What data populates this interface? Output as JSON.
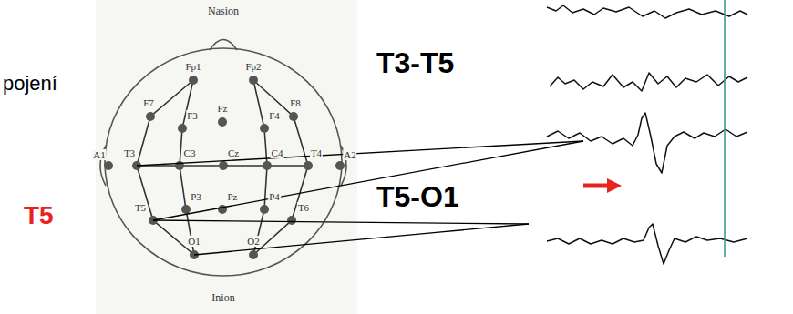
{
  "diagram": {
    "labels": [
      "pojení",
      "T5",
      "T3-T5",
      "T5-O1",
      "Nasion",
      "Inion",
      "Fp1",
      "Fp2",
      "F7",
      "F3",
      "Fz",
      "F4",
      "F8",
      "A1",
      "T3",
      "C3",
      "Cz",
      "C4",
      "T4",
      "A2",
      "T5",
      "P3",
      "Pz",
      "P4",
      "T6",
      "O1",
      "O2"
    ]
  }
}
